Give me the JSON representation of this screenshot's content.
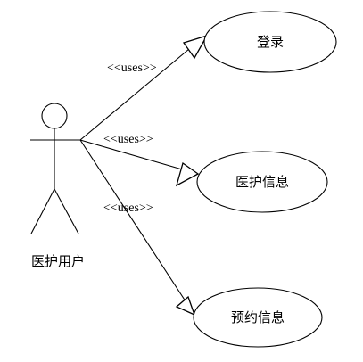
{
  "actor": {
    "name": "医护用户"
  },
  "use_cases": [
    {
      "label": "登录"
    },
    {
      "label": "医护信息"
    },
    {
      "label": "预约信息"
    }
  ],
  "relations": [
    {
      "stereotype": "<<uses>>"
    },
    {
      "stereotype": "<<uses>>"
    },
    {
      "stereotype": "<<uses>>"
    }
  ]
}
